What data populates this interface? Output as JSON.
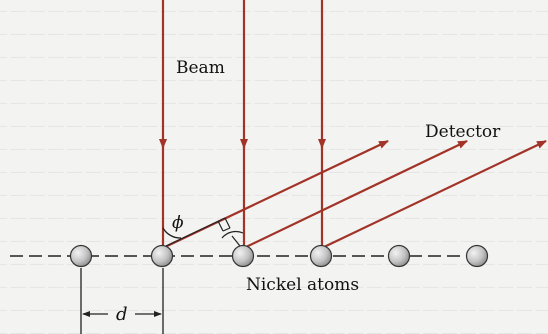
{
  "labels": {
    "beam": "Beam",
    "detector": "Detector",
    "atoms": "Nickel atoms",
    "angle": "ϕ",
    "spacing": "d"
  },
  "colors": {
    "ray": "#a23328",
    "atom_fill": "#c4c4c4",
    "atom_stroke": "#333333",
    "line": "#222222",
    "background": "#f3f3f1"
  },
  "atom_count": 6
}
